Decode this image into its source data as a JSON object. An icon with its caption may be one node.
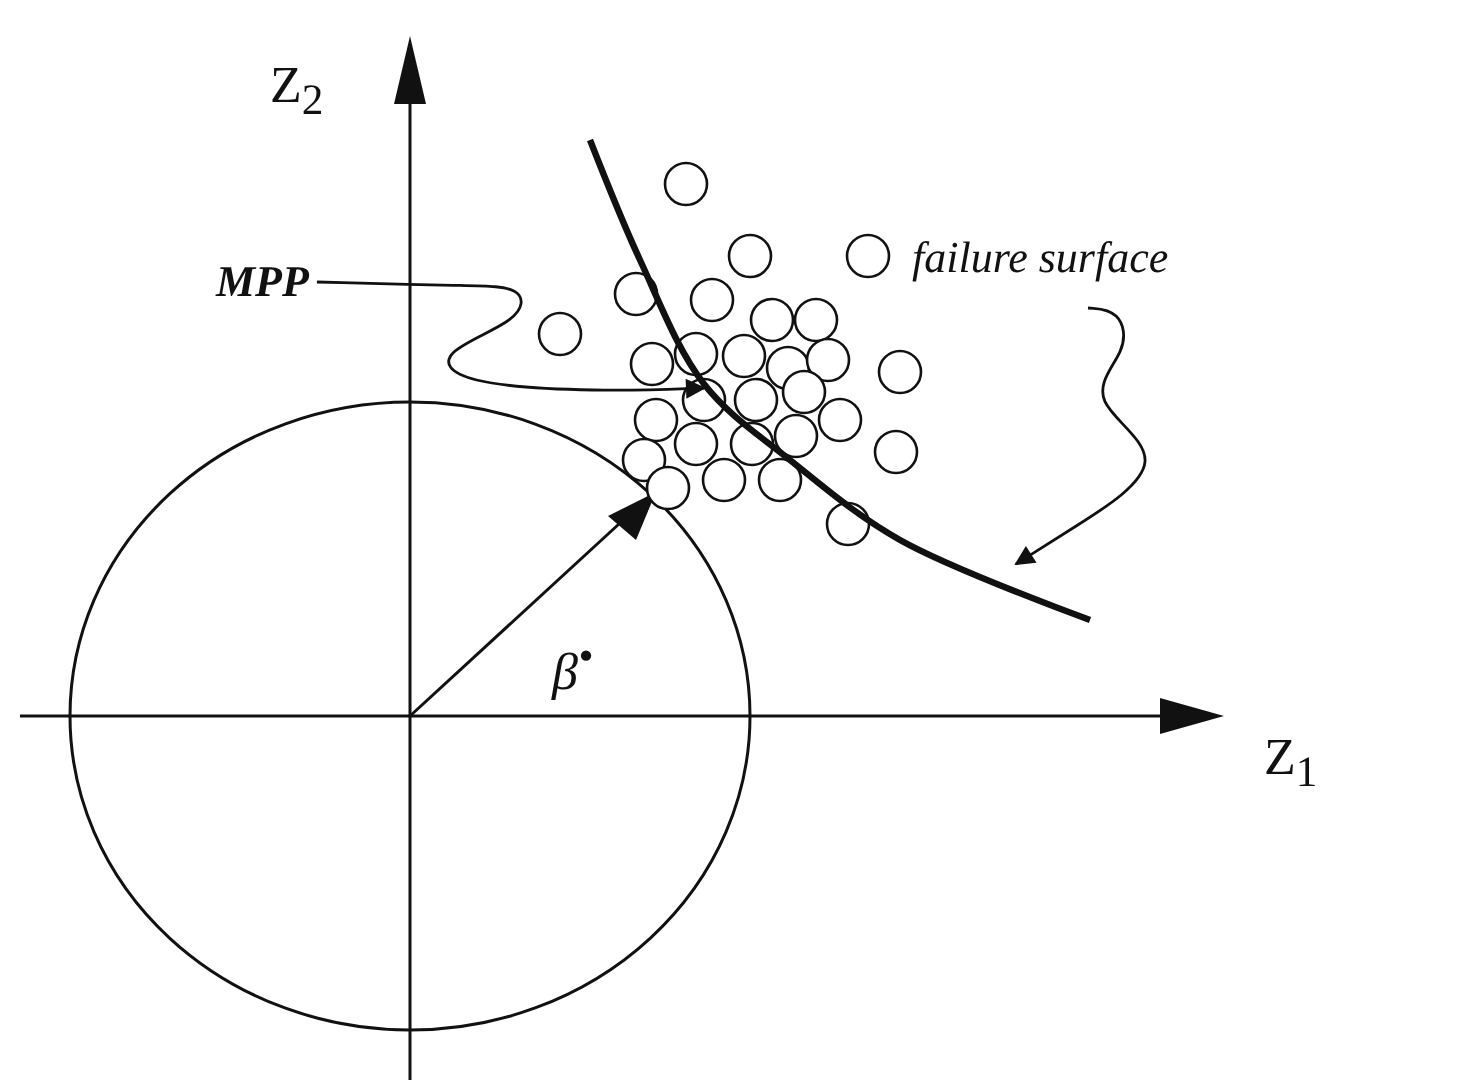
{
  "diagram": {
    "nodes": [
      {
        "text": [
          "MPP"
        ]
      },
      {
        "text": [
          "failure surface"
        ]
      },
      {
        "text": [],
        "shape": "curve"
      }
    ],
    "edges": [
      {
        "from": 0,
        "to": 2,
        "arrow": "to"
      },
      {
        "from": 1,
        "to": 2,
        "arrow": "to"
      }
    ],
    "labels": [
      "Z$_{2}$",
      "Z$_{1}$",
      "β$^{•}$"
    ]
  }
}
